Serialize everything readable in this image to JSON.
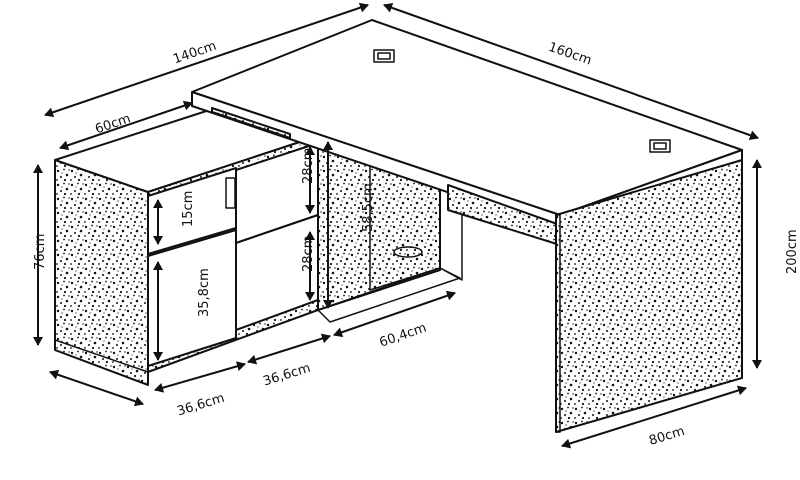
{
  "dimensions": {
    "top_depth_long": "140cm",
    "top_length": "160cm",
    "cabinet_depth": "60cm",
    "height_left": "76cm",
    "height_right": "200cm",
    "drawer_small": "15cm",
    "drawer_large": "35,8cm",
    "shelf_upper": "28cm",
    "shelf_lower": "28cm",
    "inner_height": "58,5cm",
    "width_cabinet": "36,6cm",
    "width_open": "36,6cm",
    "width_right": "60,4cm",
    "leg_depth": "80cm"
  },
  "colors": {
    "ink": "#111111",
    "background": "#ffffff"
  }
}
